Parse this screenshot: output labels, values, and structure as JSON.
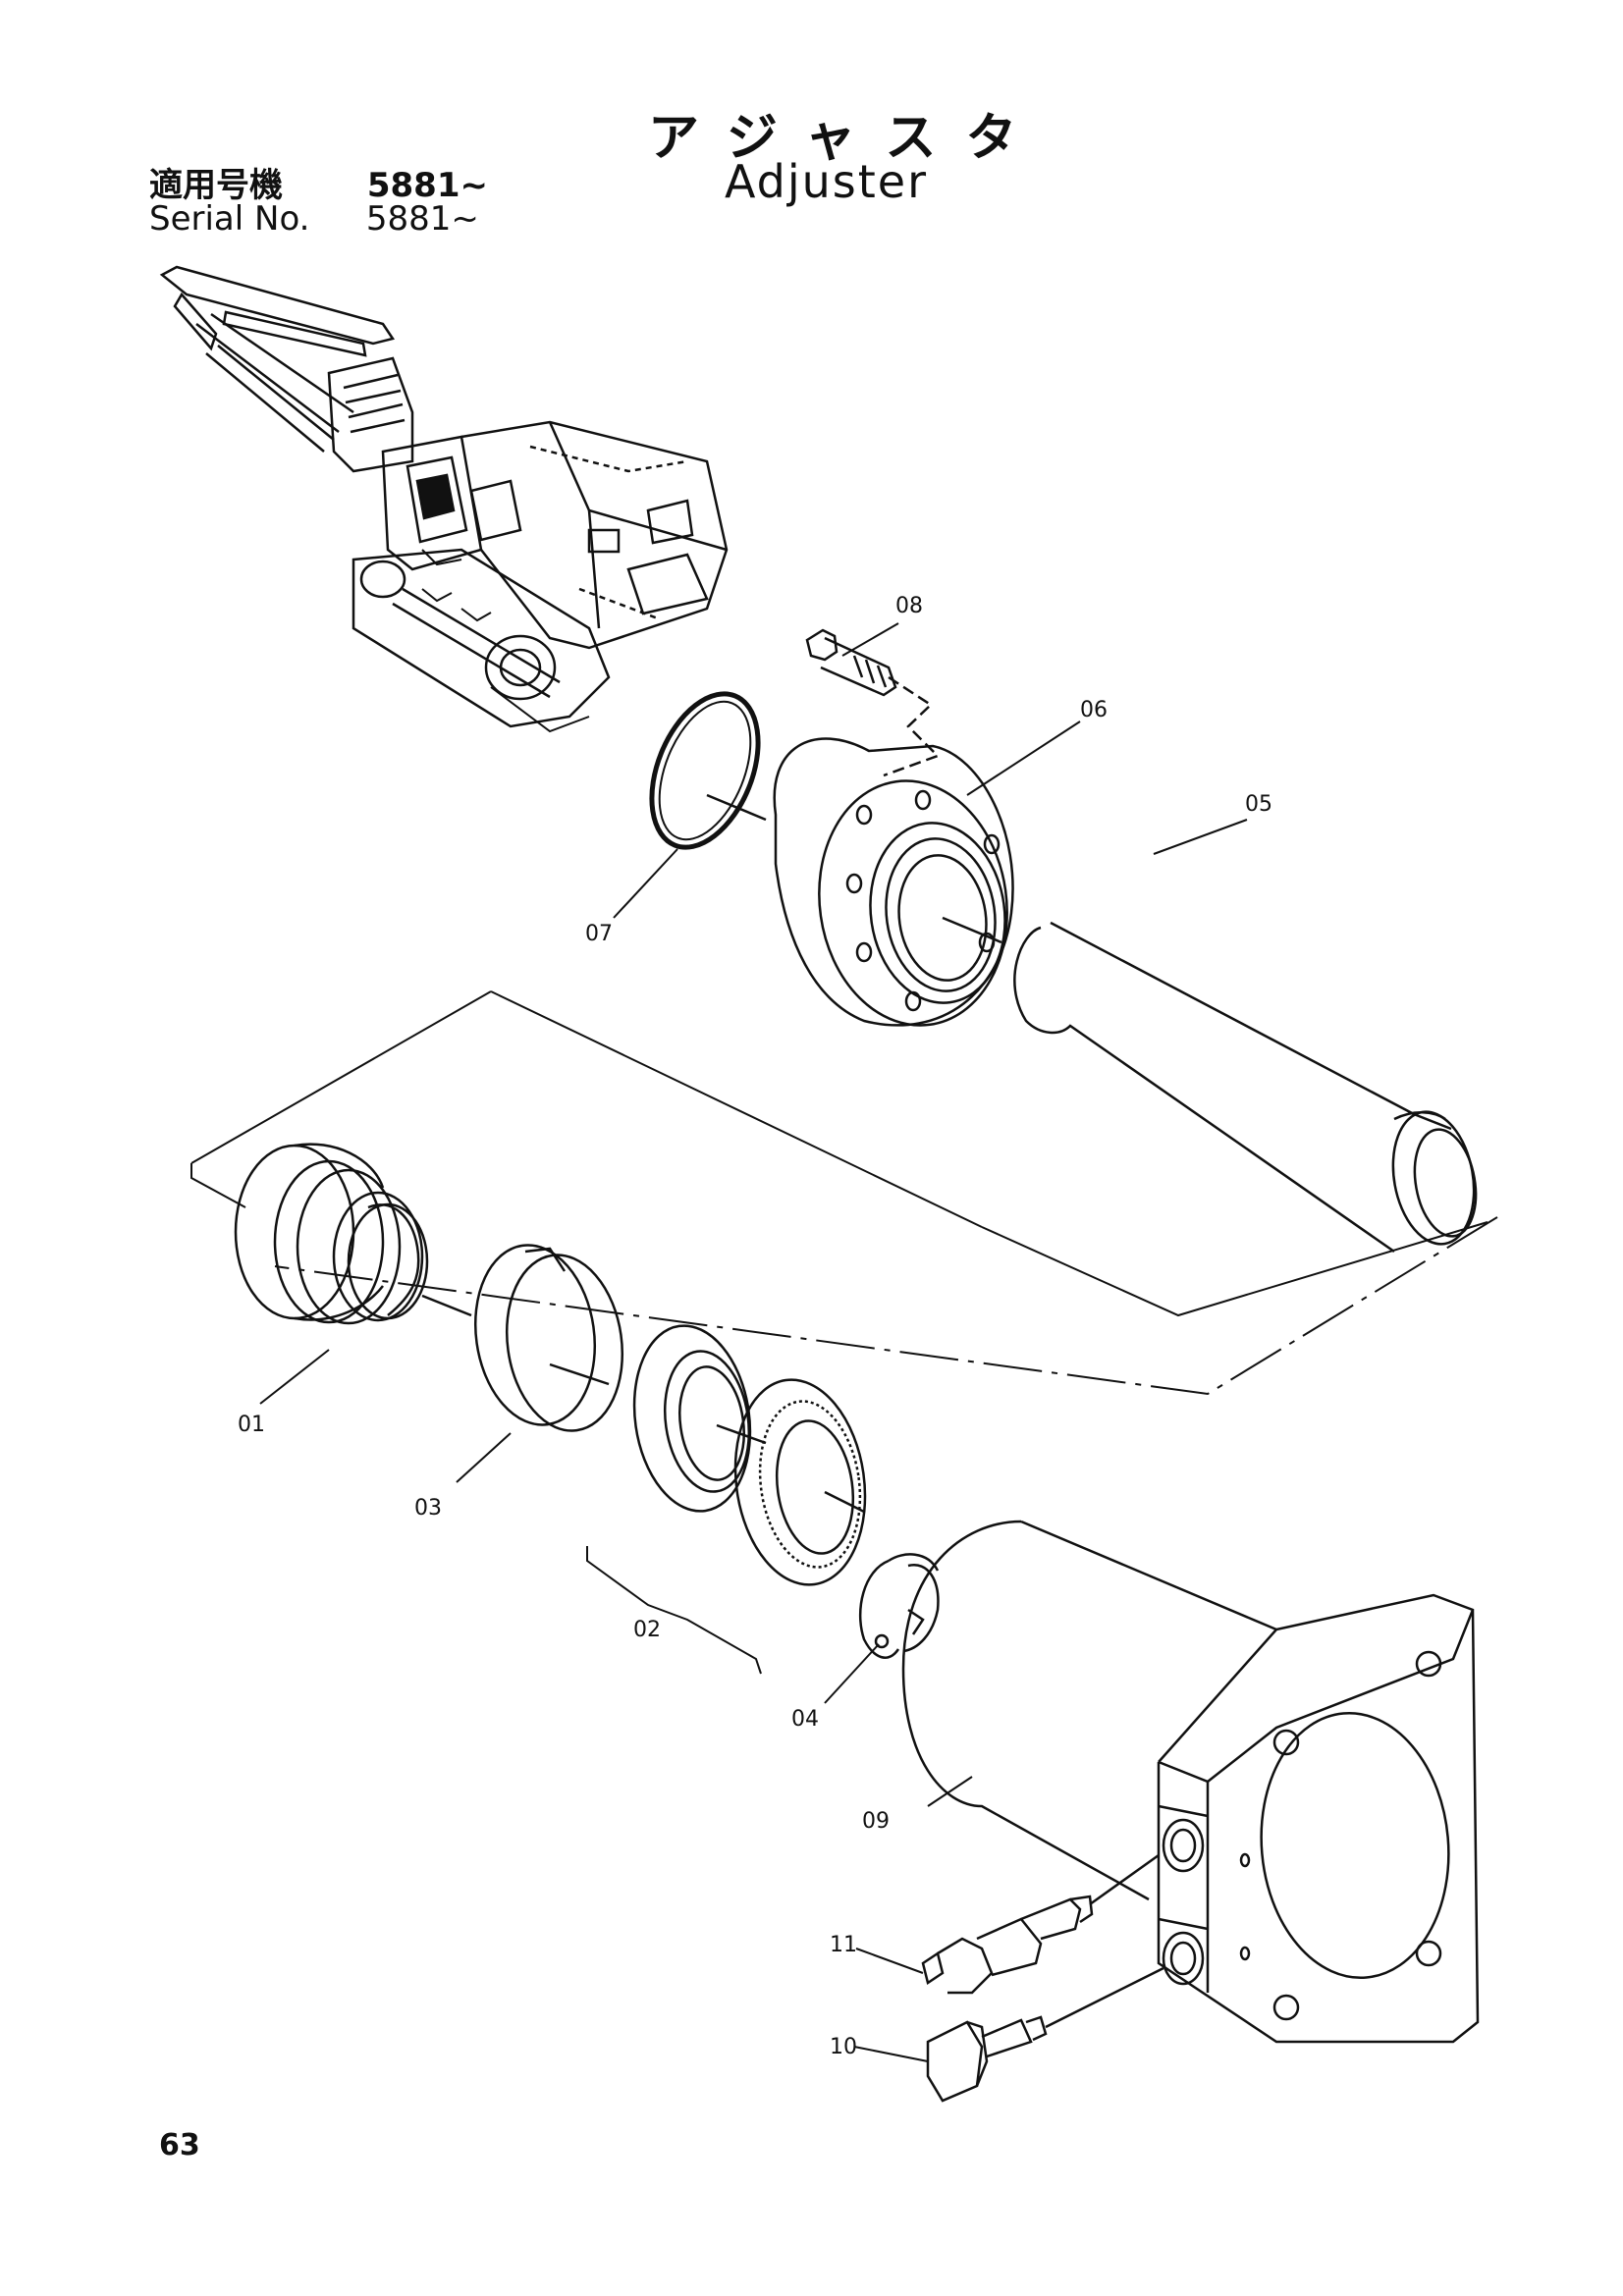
{
  "header": {
    "title_jp": "アジャスタ",
    "title_en": "Adjuster",
    "applicable_label_jp": "適用号機",
    "applicable_value_jp": "5881~",
    "serial_label": "Serial No.",
    "serial_value": "5881~"
  },
  "callouts": [
    {
      "id": "08",
      "label": "08"
    },
    {
      "id": "06",
      "label": "06"
    },
    {
      "id": "05",
      "label": "05"
    },
    {
      "id": "07",
      "label": "07"
    },
    {
      "id": "01",
      "label": "01"
    },
    {
      "id": "03",
      "label": "03"
    },
    {
      "id": "02",
      "label": "02"
    },
    {
      "id": "04",
      "label": "04"
    },
    {
      "id": "09",
      "label": "09"
    },
    {
      "id": "11",
      "label": "11"
    },
    {
      "id": "10",
      "label": "10"
    }
  ],
  "footer": {
    "page_number": "63"
  }
}
